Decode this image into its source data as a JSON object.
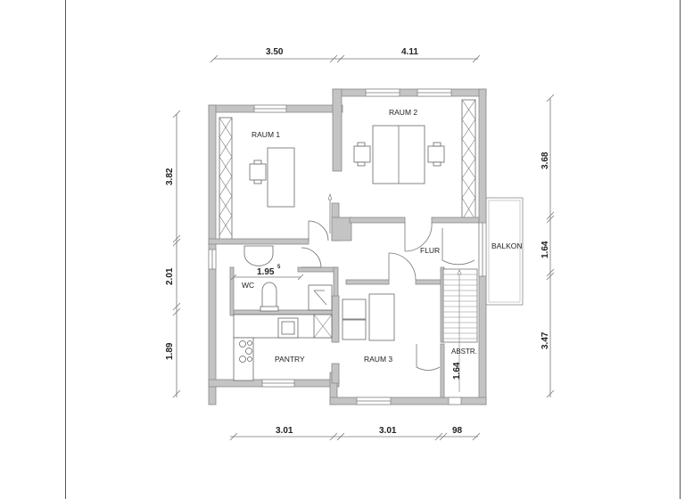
{
  "floor_plan": {
    "rooms": [
      {
        "id": "raum1",
        "label": "RAUM 1"
      },
      {
        "id": "raum2",
        "label": "RAUM 2"
      },
      {
        "id": "raum3",
        "label": "RAUM 3"
      },
      {
        "id": "flur",
        "label": "FLUR"
      },
      {
        "id": "wc",
        "label": "WC"
      },
      {
        "id": "pantry",
        "label": "PANTRY"
      },
      {
        "id": "balkon",
        "label": "BALKON"
      },
      {
        "id": "abstr",
        "label": "ABSTR."
      }
    ],
    "dimensions": {
      "top": [
        "3.50",
        "4.11"
      ],
      "bottom": [
        "3.01",
        "3.01",
        "98"
      ],
      "left": [
        "3.82",
        "2.01",
        "1.89"
      ],
      "right": [
        "3.68",
        "1.64",
        "3.47"
      ],
      "interior_wc_width": "1.95",
      "interior_wc_width_sup": "5",
      "interior_abstr": "1.64"
    }
  }
}
